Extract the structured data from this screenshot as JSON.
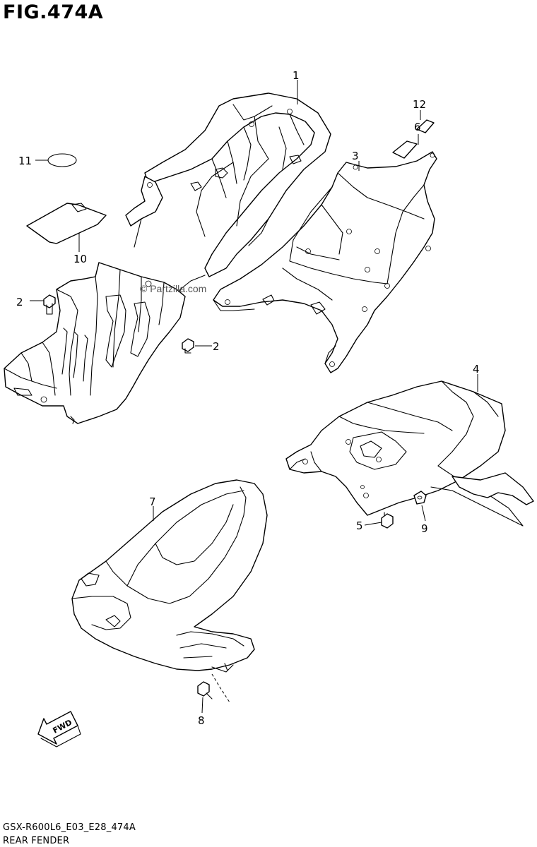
{
  "figure": {
    "title": "FIG.474A",
    "model_code": "GSX-R600L6_E03_E28_474A",
    "section_name": "REAR FENDER",
    "watermark": "© Partzilla.com",
    "fwd_label": "FWD"
  },
  "callouts": [
    "1",
    "2",
    "2",
    "3",
    "4",
    "5",
    "6",
    "7",
    "8",
    "9",
    "10",
    "11",
    "12"
  ],
  "icons": {
    "direction": "fwd-arrow-icon"
  }
}
